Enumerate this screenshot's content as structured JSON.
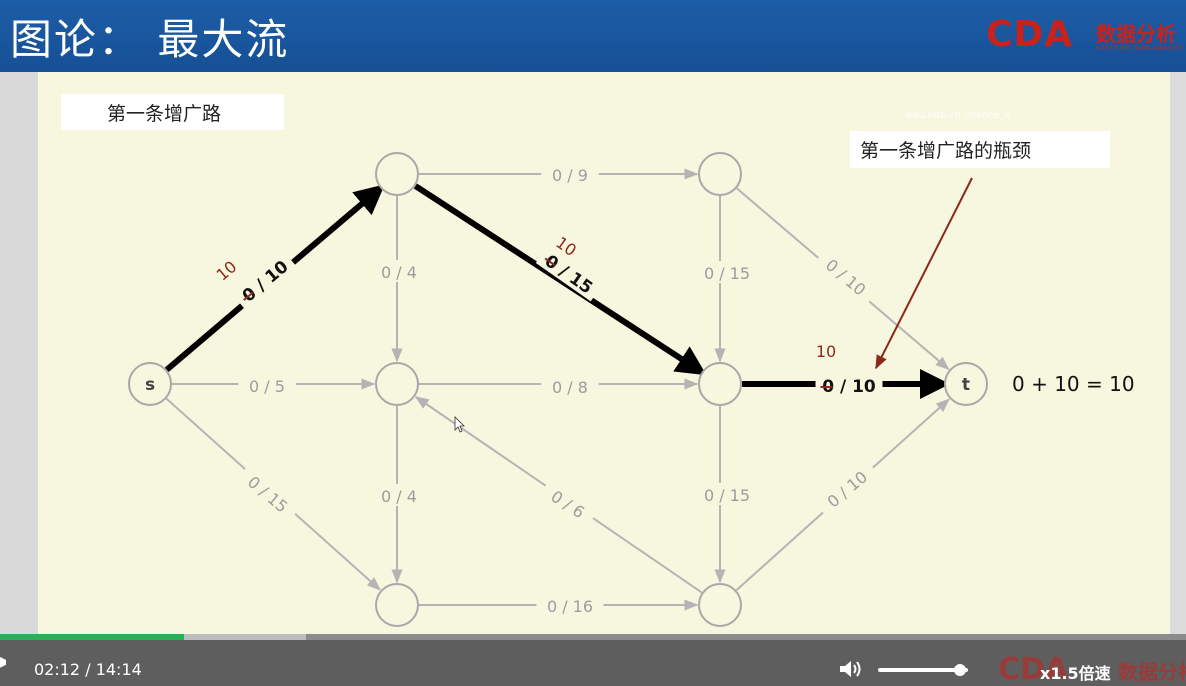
{
  "header": {
    "title": "图论： 最大流",
    "logo_mark": "CDA",
    "logo_text": "数据分析",
    "logo_sub": "CERTIFIED DATA ANALYST"
  },
  "slide": {
    "step_label": "第一条增广路",
    "bottleneck_label": "第一条增广路的瓶颈",
    "watermark": "edu.cda.cn chance_li",
    "flow_total": "0 + 10 = 10"
  },
  "graph": {
    "nodes": [
      {
        "id": "s",
        "label": "s"
      },
      {
        "id": "a",
        "label": ""
      },
      {
        "id": "b",
        "label": ""
      },
      {
        "id": "c",
        "label": ""
      },
      {
        "id": "d",
        "label": ""
      },
      {
        "id": "e",
        "label": ""
      },
      {
        "id": "f",
        "label": ""
      },
      {
        "id": "t",
        "label": "t"
      }
    ],
    "edges": [
      {
        "from": "s",
        "to": "a",
        "label": "0 / 10",
        "new_flow": "10",
        "augmenting": true
      },
      {
        "from": "s",
        "to": "c",
        "label": "0 / 5",
        "augmenting": false
      },
      {
        "from": "s",
        "to": "e",
        "label": "0 / 15",
        "augmenting": false
      },
      {
        "from": "a",
        "to": "b",
        "label": "0 / 9",
        "augmenting": false
      },
      {
        "from": "a",
        "to": "c",
        "label": "0 / 4",
        "augmenting": false
      },
      {
        "from": "a",
        "to": "d",
        "label": "0 / 15",
        "new_flow": "10",
        "augmenting": true
      },
      {
        "from": "b",
        "to": "d",
        "label": "0 / 15",
        "augmenting": false
      },
      {
        "from": "b",
        "to": "t",
        "label": "0 / 10",
        "augmenting": false
      },
      {
        "from": "c",
        "to": "d",
        "label": "0 / 8",
        "augmenting": false
      },
      {
        "from": "c",
        "to": "e",
        "label": "0 / 4",
        "augmenting": false
      },
      {
        "from": "f",
        "to": "c",
        "label": "0 / 6",
        "augmenting": false
      },
      {
        "from": "d",
        "to": "f",
        "label": "0 / 15",
        "augmenting": false
      },
      {
        "from": "d",
        "to": "t",
        "label": "0 / 10",
        "new_flow": "10",
        "augmenting": true
      },
      {
        "from": "e",
        "to": "f",
        "label": "0 / 16",
        "augmenting": false
      },
      {
        "from": "f",
        "to": "t",
        "label": "0 / 10",
        "augmenting": false
      }
    ]
  },
  "player": {
    "current_time": "02:12",
    "separator": "/",
    "duration": "14:14",
    "progress_fraction": 0.155,
    "volume_fraction": 0.91,
    "speed_label": "x1.5倍速",
    "footer_logo_mark": "CDA",
    "footer_logo_text": "数据分析"
  },
  "colors": {
    "header_bg": "#1d5ea8",
    "slide_bg": "#f7f6df",
    "edge_gray": "#b4b4b4",
    "edge_bold": "#000000",
    "flow_red": "#8b2a1c",
    "progress": "#25b35a",
    "brand_red": "#c8221c"
  }
}
